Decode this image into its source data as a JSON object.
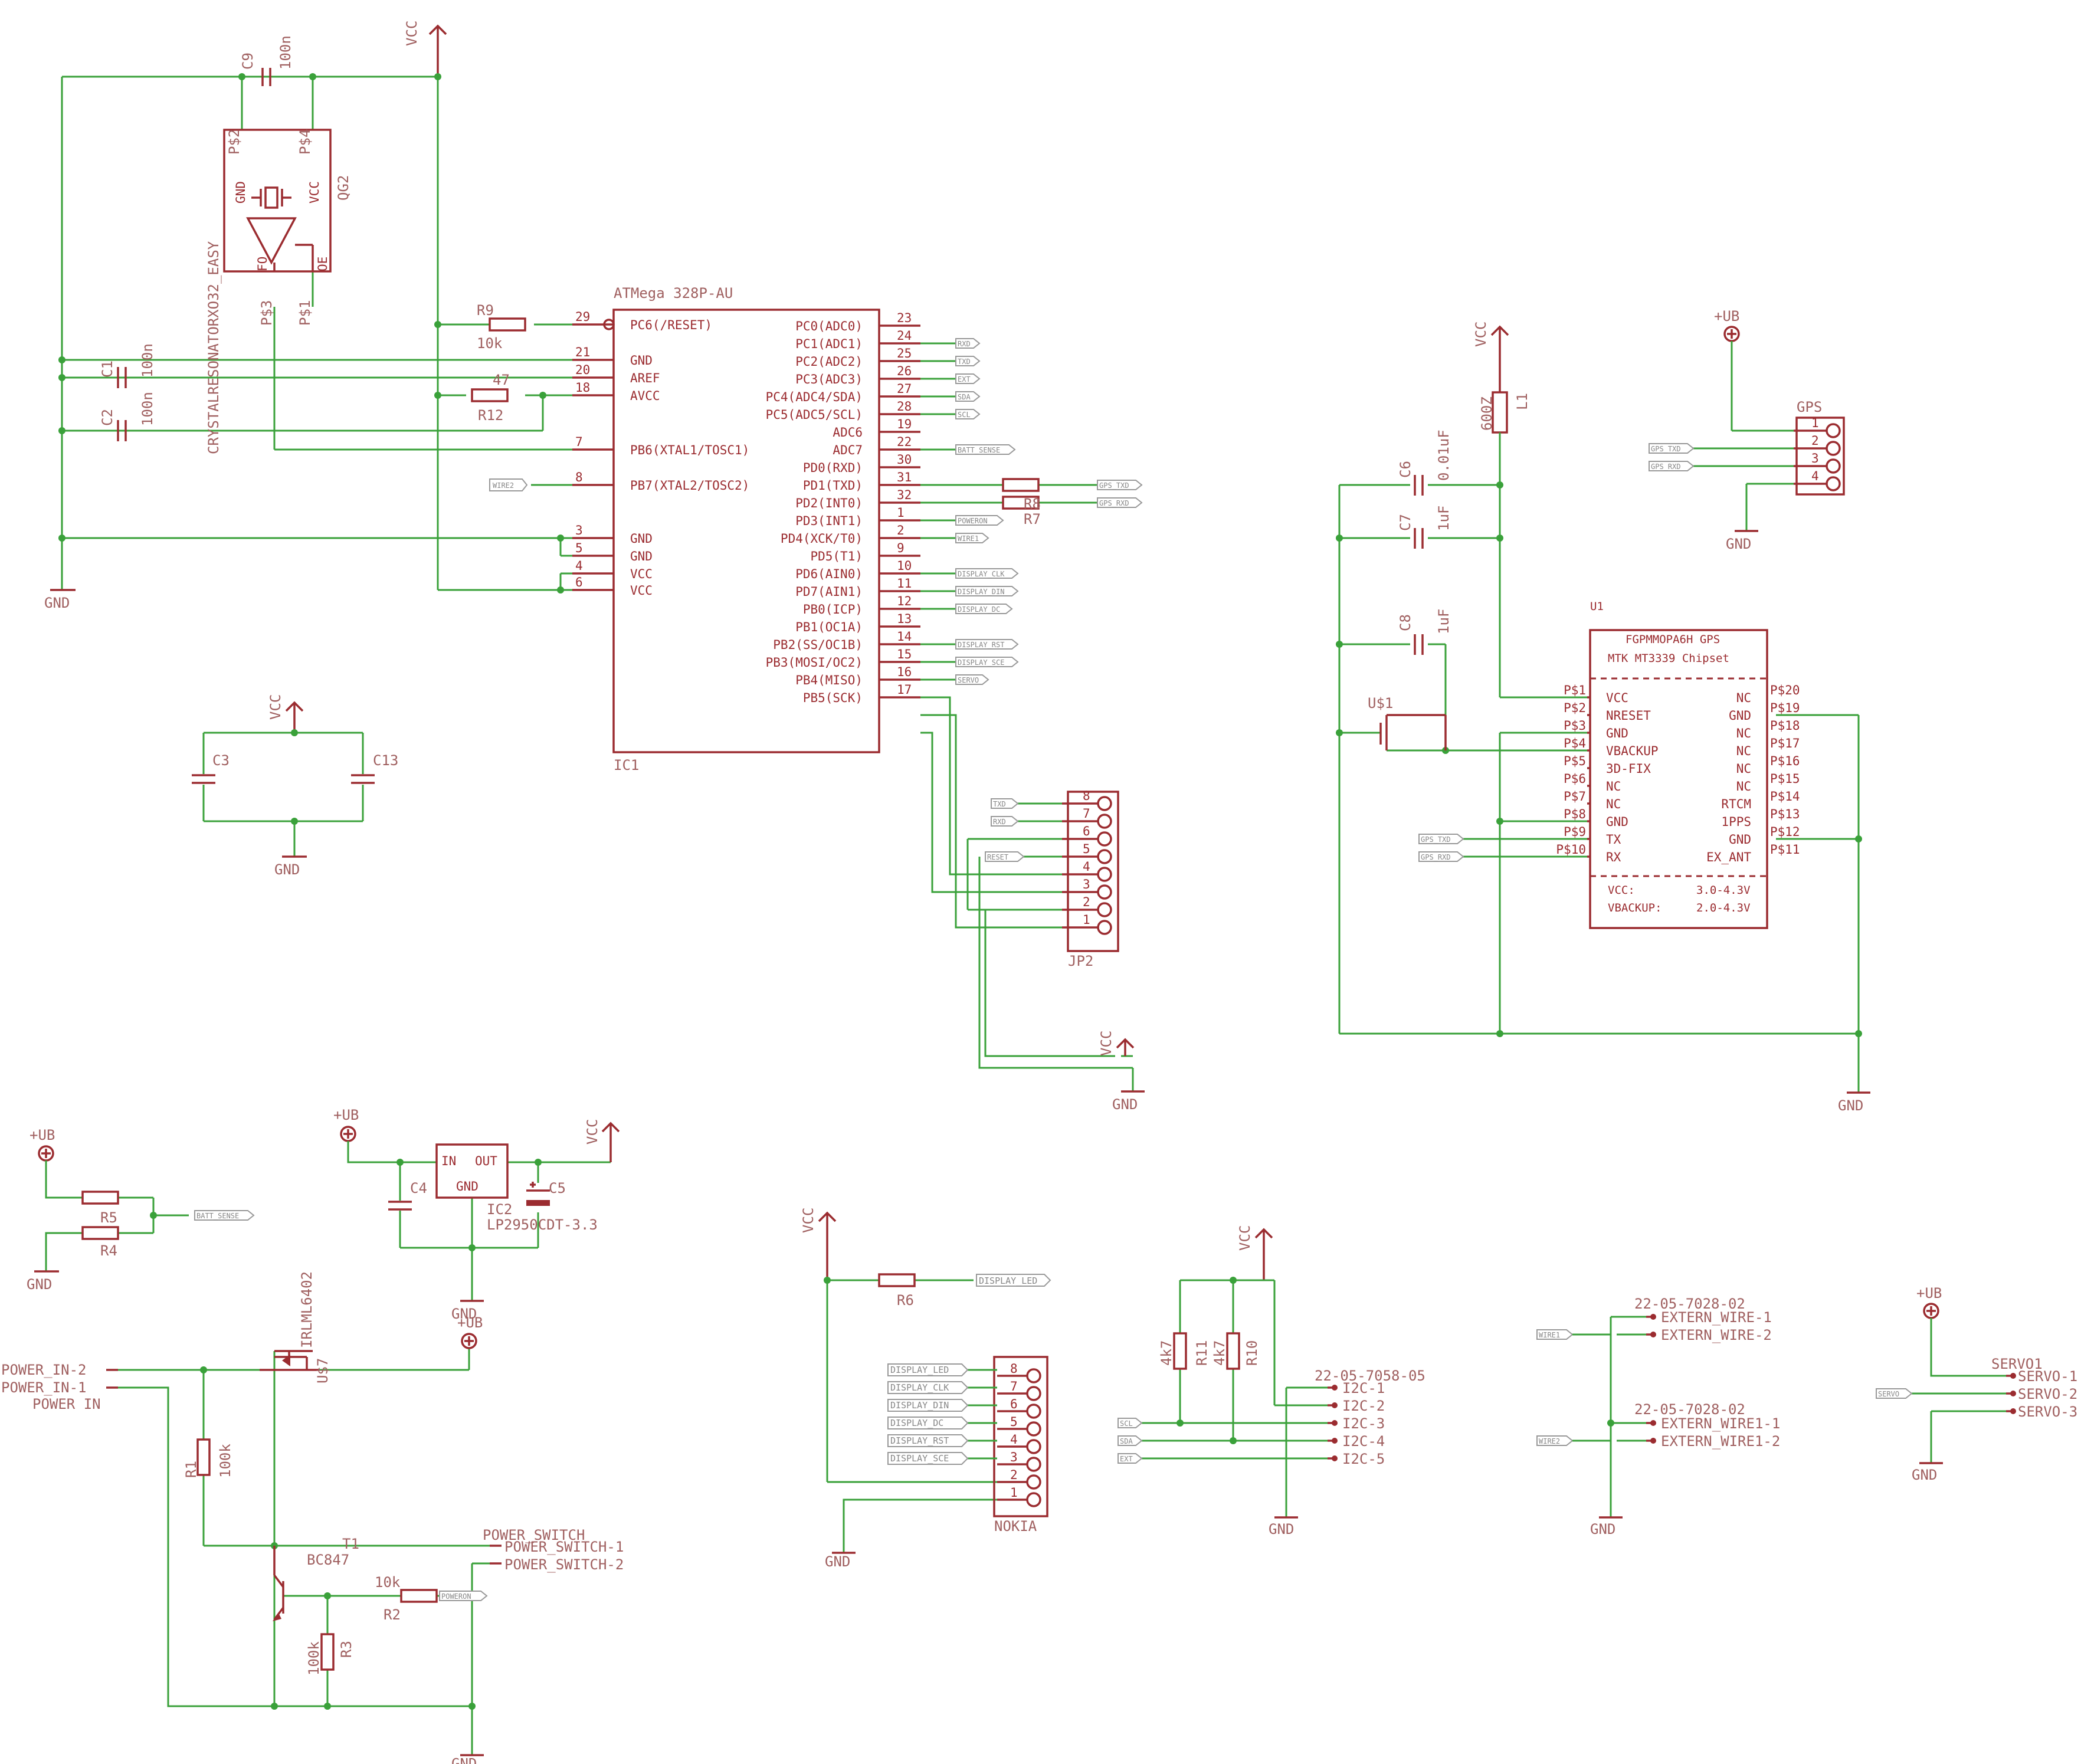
{
  "power": {
    "vcc": "VCC",
    "gnd": "GND",
    "ub": "+UB"
  },
  "mcu": {
    "ref": "IC1",
    "value": "ATMega 328P-AU",
    "left_pins": [
      {
        "num": "29",
        "name": "PC6(/RESET)"
      },
      {
        "num": "21",
        "name": "GND"
      },
      {
        "num": "20",
        "name": "AREF"
      },
      {
        "num": "18",
        "name": "AVCC"
      },
      {
        "num": "7",
        "name": "PB6(XTAL1/TOSC1)"
      },
      {
        "num": "8",
        "name": "PB7(XTAL2/TOSC2)"
      },
      {
        "num": "3",
        "name": "GND"
      },
      {
        "num": "5",
        "name": "GND"
      },
      {
        "num": "4",
        "name": "VCC"
      },
      {
        "num": "6",
        "name": "VCC"
      }
    ],
    "right_pins": [
      {
        "num": "23",
        "name": "PC0(ADC0)"
      },
      {
        "num": "24",
        "name": "PC1(ADC1)"
      },
      {
        "num": "25",
        "name": "PC2(ADC2)"
      },
      {
        "num": "26",
        "name": "PC3(ADC3)"
      },
      {
        "num": "27",
        "name": "PC4(ADC4/SDA)"
      },
      {
        "num": "28",
        "name": "PC5(ADC5/SCL)"
      },
      {
        "num": "19",
        "name": "ADC6"
      },
      {
        "num": "22",
        "name": "ADC7"
      },
      {
        "num": "30",
        "name": "PD0(RXD)"
      },
      {
        "num": "31",
        "name": "PD1(TXD)"
      },
      {
        "num": "32",
        "name": "PD2(INT0)"
      },
      {
        "num": "1",
        "name": "PD3(INT1)"
      },
      {
        "num": "2",
        "name": "PD4(XCK/T0)"
      },
      {
        "num": "9",
        "name": "PD5(T1)"
      },
      {
        "num": "10",
        "name": "PD6(AIN0)"
      },
      {
        "num": "11",
        "name": "PD7(AIN1)"
      },
      {
        "num": "12",
        "name": "PB0(ICP)"
      },
      {
        "num": "13",
        "name": "PB1(OC1A)"
      },
      {
        "num": "14",
        "name": "PB2(SS/OC1B)"
      },
      {
        "num": "15",
        "name": "PB3(MOSI/OC2)"
      },
      {
        "num": "16",
        "name": "PB4(MISO)"
      },
      {
        "num": "17",
        "name": "PB5(SCK)"
      }
    ]
  },
  "crystal": {
    "ref": "QG2",
    "value": "CRYSTALRESONATORXO32_EASY",
    "pins": [
      "P$2",
      "P$4",
      "P$3",
      "P$1"
    ],
    "inner": [
      "GND",
      "VCC",
      "FO",
      "OE"
    ]
  },
  "passives": {
    "c9": {
      "ref": "C9",
      "value": "100n"
    },
    "c1": {
      "ref": "C1",
      "value": "100n"
    },
    "c2": {
      "ref": "C2",
      "value": "100n"
    },
    "r9": {
      "ref": "R9",
      "value": "10k"
    },
    "r12": {
      "ref": "R12",
      "value": "47"
    },
    "r7": {
      "ref": "R7"
    },
    "r8": {
      "ref": "R8"
    },
    "c3": {
      "ref": "C3"
    },
    "c13": {
      "ref": "C13"
    },
    "r5": {
      "ref": "R5"
    },
    "r4": {
      "ref": "R4"
    },
    "c4": {
      "ref": "C4"
    },
    "c5": {
      "ref": "C5"
    },
    "r6": {
      "ref": "R6"
    },
    "r11": {
      "ref": "R11",
      "value": "4k7"
    },
    "r10": {
      "ref": "R10",
      "value": "4k7"
    },
    "r1": {
      "ref": "R1",
      "value": "100k"
    },
    "r2": {
      "ref": "R2",
      "value": "10k"
    },
    "r3": {
      "ref": "R3",
      "value": "100k"
    },
    "l1": {
      "ref": "L1",
      "value": "600Z"
    },
    "c6": {
      "ref": "C6",
      "value": "0.01uF"
    },
    "c7": {
      "ref": "C7",
      "value": "1uF"
    },
    "c8": {
      "ref": "C8",
      "value": "1uF"
    },
    "us1": {
      "ref": "U$1"
    }
  },
  "flags": {
    "rxd": "RXD",
    "txd": "TXD",
    "ext": "EXT",
    "sda": "SDA",
    "scl": "SCL",
    "batt_sense": "BATT_SENSE",
    "wire2": "WIRE2",
    "wire1": "WIRE1",
    "gps_txd": "GPS_TXD",
    "gps_rxd": "GPS_RXD",
    "poweron": "POWERON",
    "display_clk": "DISPLAY_CLK",
    "display_din": "DISPLAY_DIN",
    "display_dc": "DISPLAY_DC",
    "display_rst": "DISPLAY_RST",
    "display_sce": "DISPLAY_SCE",
    "display_led": "DISPLAY_LED",
    "servo": "SERVO",
    "reset": "RESET",
    "gps_txd_u1": "GPS_TXD",
    "gps_rxd_u1": "GPS_RXD"
  },
  "jp2": {
    "ref": "JP2",
    "pins": [
      "8",
      "7",
      "6",
      "5",
      "4",
      "3",
      "2",
      "1"
    ]
  },
  "gps_header": {
    "ref": "GPS",
    "pins": [
      "1",
      "2",
      "3",
      "4"
    ]
  },
  "gps_module": {
    "ref": "U1",
    "title1": "FGPMMOPA6H GPS",
    "title2": "MTK MT3339 Chipset",
    "left_pads": [
      "P$1",
      "P$2",
      "P$3",
      "P$4",
      "P$5",
      "P$6",
      "P$7",
      "P$8",
      "P$9",
      "P$10"
    ],
    "left_names": [
      "VCC",
      "NRESET",
      "GND",
      "VBACKUP",
      "3D-FIX",
      "NC",
      "NC",
      "GND",
      "TX",
      "RX"
    ],
    "right_pads": [
      "P$20",
      "P$19",
      "P$18",
      "P$17",
      "P$16",
      "P$15",
      "P$14",
      "P$13",
      "P$12",
      "P$11"
    ],
    "right_names": [
      "NC",
      "GND",
      "NC",
      "NC",
      "NC",
      "NC",
      "RTCM",
      "1PPS",
      "GND",
      "EX_ANT"
    ],
    "spec1_label": "VCC:",
    "spec1_value": "3.0-4.3V",
    "spec2_label": "VBACKUP:",
    "spec2_value": "2.0-4.3V"
  },
  "regulator": {
    "ref": "IC2",
    "value": "LP2950CDT-3.3",
    "in": "IN",
    "out": "OUT",
    "gnd": "GND"
  },
  "nokia": {
    "ref": "NOKIA",
    "pins": [
      "8",
      "7",
      "6",
      "5",
      "4",
      "3",
      "2",
      "1"
    ]
  },
  "i2c": {
    "ref": "22-05-7058-05",
    "pins": [
      "I2C-1",
      "I2C-2",
      "I2C-3",
      "I2C-4",
      "I2C-5"
    ]
  },
  "extern_wire": {
    "ref": "22-05-7028-02",
    "pins": [
      "EXTERN_WIRE-1",
      "EXTERN_WIRE-2"
    ]
  },
  "extern_wire1": {
    "ref": "22-05-7028-02",
    "pins": [
      "EXTERN_WIRE1-1",
      "EXTERN_WIRE1-2"
    ]
  },
  "servo": {
    "ref": "SERVO1",
    "pins": [
      "SERVO-1",
      "SERVO-2",
      "SERVO-3"
    ]
  },
  "power_in": {
    "ref": "POWER IN",
    "pins": [
      "POWER_IN-2",
      "POWER_IN-1"
    ]
  },
  "mosfet": {
    "ref": "U$7",
    "value": "IRLML6402"
  },
  "transistor": {
    "ref": "T1",
    "value": "BC847"
  },
  "power_switch": {
    "ref": "POWER_SWITCH",
    "pins": [
      "POWER_SWITCH-1",
      "POWER_SWITCH-2"
    ]
  }
}
